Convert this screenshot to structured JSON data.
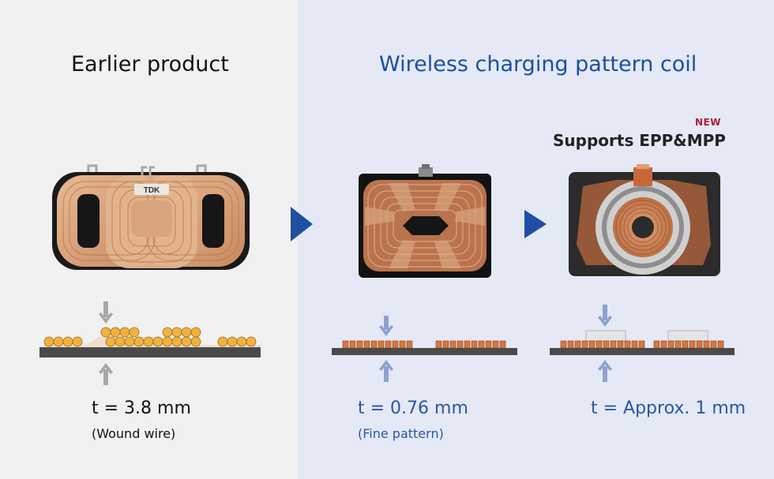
{
  "left": {
    "title": "Earlier product",
    "thickness": "t = 3.8 mm",
    "note": "(Wound wire)"
  },
  "right": {
    "title": "Wireless charging pattern coil",
    "badge": "NEW",
    "support": "Supports EPP&MPP",
    "pattern": {
      "thickness": "t = 0.76 mm",
      "note": "(Fine pattern)"
    },
    "approx": {
      "thickness": "t = Approx. 1 mm"
    }
  },
  "brand_logo": "TDK",
  "colors": {
    "left_bg": "#f1f1f1",
    "right_bg": "#e4e9f5",
    "title_blue": "#1d4fa0",
    "arrow_blue": "#1f4ea3",
    "badge_red": "#b01c3c",
    "copper": "#c8683a",
    "wire_orange": "#f0b23f",
    "substrate": "#4a4a4a"
  },
  "icons": [
    "play-arrow-icon",
    "down-arrow-icon",
    "up-arrow-icon"
  ]
}
